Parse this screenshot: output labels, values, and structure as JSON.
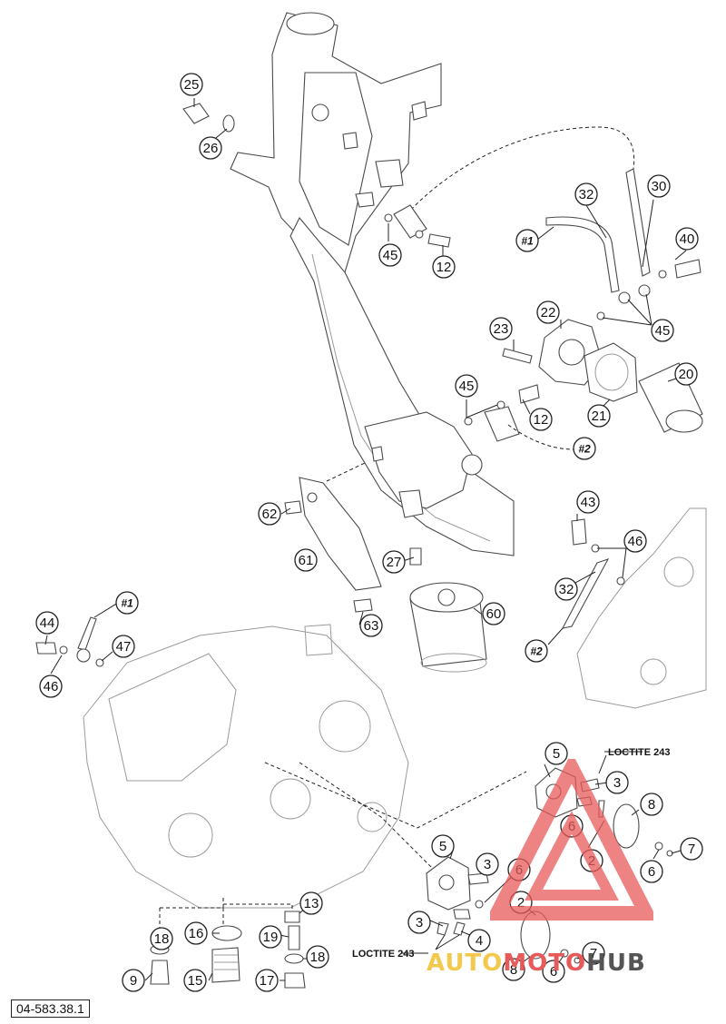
{
  "diagram_code": "04-583.38.1",
  "notes": [
    "LOCTITE 243",
    "LOCTITE 243"
  ],
  "callouts": [
    {
      "label": "25"
    },
    {
      "label": "26"
    },
    {
      "label": "45"
    },
    {
      "label": "12"
    },
    {
      "label": "32"
    },
    {
      "label": "30"
    },
    {
      "label": "#1"
    },
    {
      "label": "40"
    },
    {
      "label": "45"
    },
    {
      "label": "22"
    },
    {
      "label": "23"
    },
    {
      "label": "20"
    },
    {
      "label": "45"
    },
    {
      "label": "12"
    },
    {
      "label": "21"
    },
    {
      "label": "#2"
    },
    {
      "label": "62"
    },
    {
      "label": "61"
    },
    {
      "label": "27"
    },
    {
      "label": "63"
    },
    {
      "label": "60"
    },
    {
      "label": "43"
    },
    {
      "label": "46"
    },
    {
      "label": "32"
    },
    {
      "label": "#2"
    },
    {
      "label": "#1"
    },
    {
      "label": "44"
    },
    {
      "label": "47"
    },
    {
      "label": "46"
    },
    {
      "label": "5"
    },
    {
      "label": "3"
    },
    {
      "label": "8"
    },
    {
      "label": "6"
    },
    {
      "label": "2"
    },
    {
      "label": "7"
    },
    {
      "label": "6"
    },
    {
      "label": "5"
    },
    {
      "label": "3"
    },
    {
      "label": "6"
    },
    {
      "label": "2"
    },
    {
      "label": "3"
    },
    {
      "label": "4"
    },
    {
      "label": "8"
    },
    {
      "label": "7"
    },
    {
      "label": "6"
    },
    {
      "label": "13"
    },
    {
      "label": "18"
    },
    {
      "label": "16"
    },
    {
      "label": "19"
    },
    {
      "label": "18"
    },
    {
      "label": "9"
    },
    {
      "label": "15"
    },
    {
      "label": "17"
    }
  ],
  "watermark": {
    "part1": "AUTO",
    "part2": "MOTO",
    "part3": "HUB",
    "color_a": "#f2c94c",
    "color_b": "#e85a5a",
    "color_c": "#555555"
  }
}
